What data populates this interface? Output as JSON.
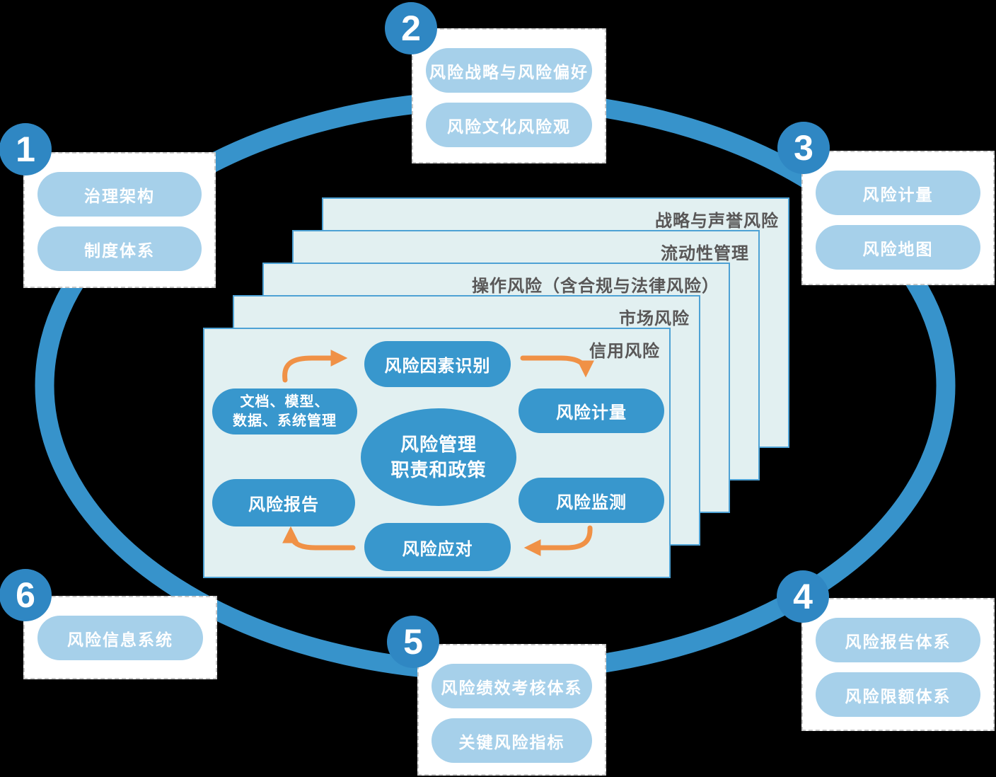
{
  "colors": {
    "ring_blue": "#3793CB",
    "badge_blue": "#2F87C3",
    "light_pill_blue": "#A6D0EA",
    "cycle_pill_blue": "#3897CD",
    "card_background": "#E2F0F1",
    "card_border": "#4EA2D5",
    "card_label_text": "#595757",
    "arrow_orange": "#F09146"
  },
  "callouts": [
    {
      "badge": "1",
      "pills": [
        "治理架构",
        "制度体系"
      ]
    },
    {
      "badge": "2",
      "pills": [
        "风险战略与风险偏好",
        "风险文化风险观"
      ]
    },
    {
      "badge": "3",
      "pills": [
        "风险计量",
        "风险地图"
      ]
    },
    {
      "badge": "4",
      "pills": [
        "风险报告体系",
        "风险限额体系"
      ]
    },
    {
      "badge": "5",
      "pills": [
        "风险绩效考核体系",
        "关键风险指标"
      ]
    },
    {
      "badge": "6",
      "pills": [
        "风险信息系统"
      ]
    }
  ],
  "risk_cards": [
    "信用风险",
    "市场风险",
    "操作风险（含合规与法律风险）",
    "流动性管理",
    "战略与声誉风险"
  ],
  "cycle": {
    "center_line1": "风险管理",
    "center_line2": "职责和政策",
    "identify": "风险因素识别",
    "measure": "风险计量",
    "monitor": "风险监测",
    "respond": "风险应对",
    "report": "风险报告",
    "docs_line1": "文档、模型、",
    "docs_line2": "数据、系统管理"
  }
}
